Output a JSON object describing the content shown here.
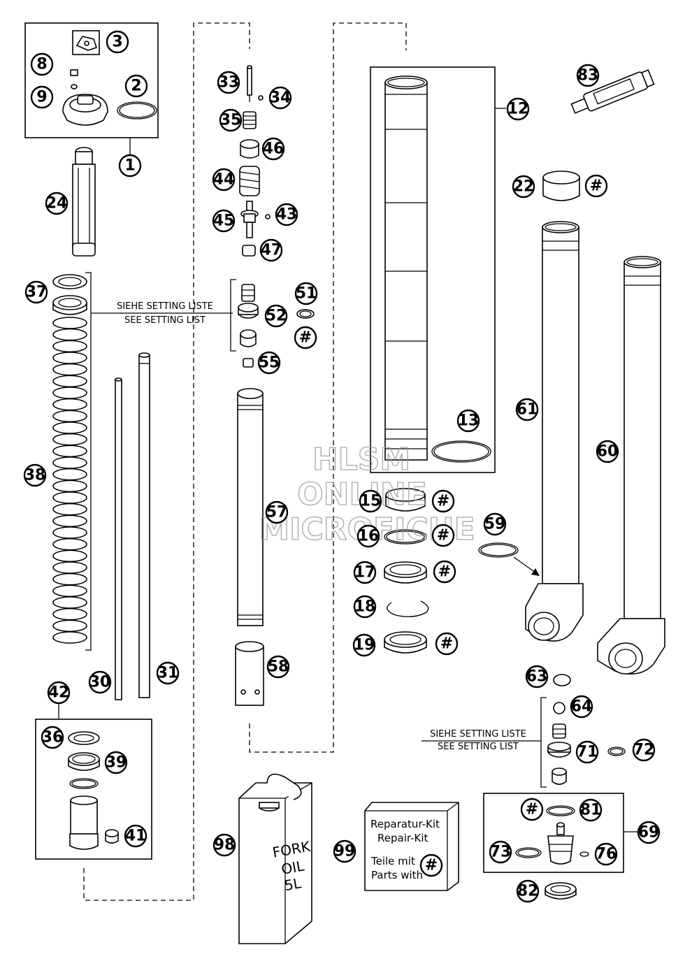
{
  "callouts": {
    "c1": "1",
    "c2": "2",
    "c3": "3",
    "c8": "8",
    "c9": "9",
    "c12": "12",
    "c13": "13",
    "c15": "15",
    "c16": "16",
    "c17": "17",
    "c18": "18",
    "c19": "19",
    "c22": "22",
    "c24": "24",
    "c30": "30",
    "c31": "31",
    "c33": "33",
    "c34": "34",
    "c35": "35",
    "c36": "36",
    "c37": "37",
    "c38": "38",
    "c39": "39",
    "c41": "41",
    "c42": "42",
    "c43": "43",
    "c44": "44",
    "c45": "45",
    "c46": "46",
    "c47": "47",
    "c51": "51",
    "c52": "52",
    "c55": "55",
    "c57": "57",
    "c58": "58",
    "c59": "59",
    "c60": "60",
    "c61": "61",
    "c63": "63",
    "c64": "64",
    "c69": "69",
    "c71": "71",
    "c72": "72",
    "c73": "73",
    "c76": "76",
    "c81": "81",
    "c82": "82",
    "c83": "83",
    "c98": "98",
    "c99": "99",
    "hash": "#"
  },
  "notes": {
    "setting_de": "SIEHE SETTING LISTE",
    "setting_en": "SEE SETTING LIST"
  },
  "kit": {
    "line1": "Reparatur-Kit",
    "line2": "Repair-Kit",
    "line3": "Teile mit",
    "line4": "Parts with"
  },
  "oil_can": {
    "line1": "FORK",
    "line2": "OIL",
    "line3": "5L"
  },
  "watermark": {
    "line1": "HLSM",
    "line2": "ONLINE",
    "line3": "MICROFICHE"
  }
}
